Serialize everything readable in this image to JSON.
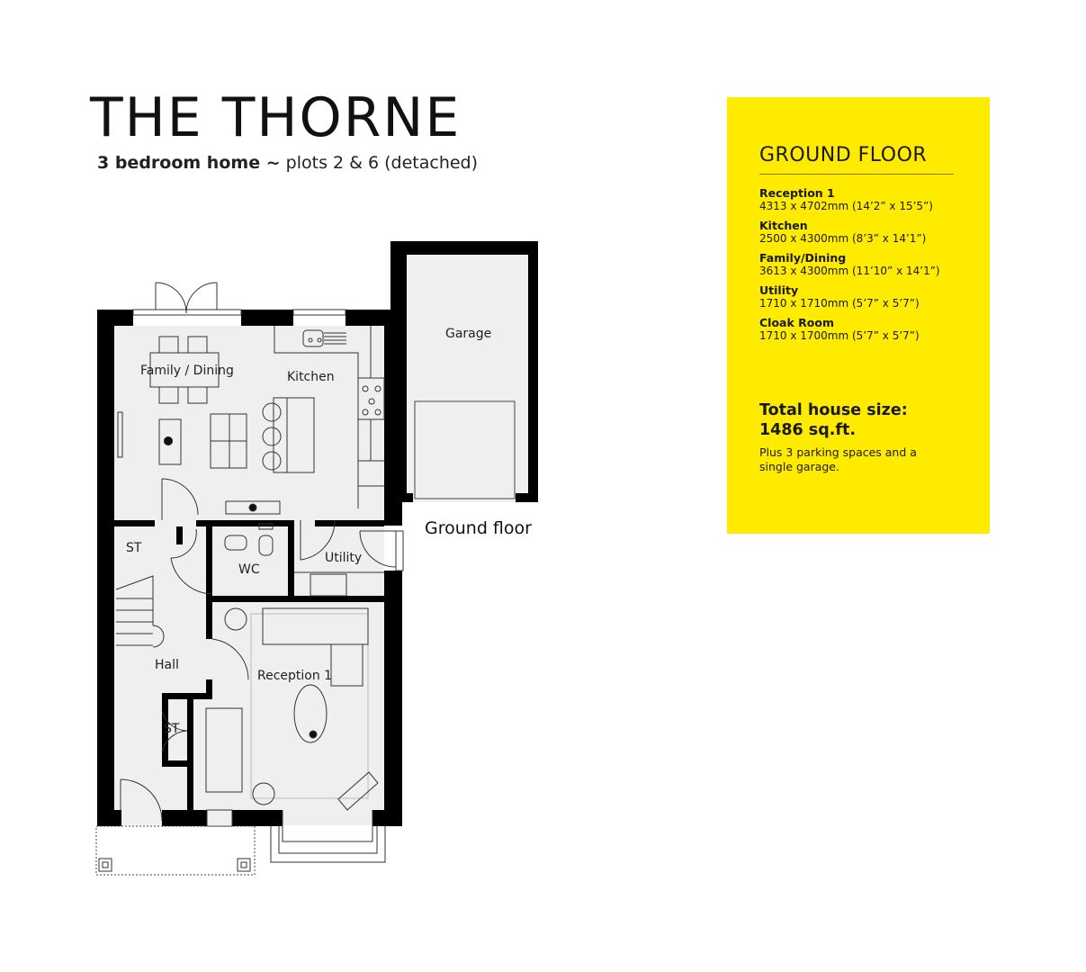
{
  "header": {
    "title": "THE THORNE",
    "subtitle_bold": "3 bedroom home ~",
    "subtitle_rest": " plots 2 & 6 (detached)"
  },
  "panel": {
    "heading": "GROUND FLOOR",
    "background_color": "#ffeb00",
    "rooms": [
      {
        "name": "Reception 1",
        "dims": "4313 x 4702mm (14’2” x 15’5”)"
      },
      {
        "name": "Kitchen",
        "dims": "2500 x 4300mm (8’3” x 14’1”)"
      },
      {
        "name": "Family/Dining",
        "dims": "3613 x 4300mm (11’10” x 14’1”)"
      },
      {
        "name": "Utility",
        "dims": "1710 x 1710mm (5’7” x 5’7”)"
      },
      {
        "name": "Cloak Room",
        "dims": "1710 x 1700mm (5’7” x 5’7”)"
      }
    ],
    "total_line1": "Total house size:",
    "total_line2": "1486 sq.ft.",
    "extra": "Plus 3 parking spaces and a single garage."
  },
  "plan": {
    "floor_label": "Ground floor",
    "room_labels": {
      "family_dining": "Family / Dining",
      "kitchen": "Kitchen",
      "garage": "Garage",
      "st_top": "ST",
      "wc": "WC",
      "utility": "Utility",
      "hall": "Hall",
      "reception": "Reception 1",
      "st_bottom": "ST"
    },
    "colors": {
      "wall": "#000000",
      "floor": "#efefef",
      "line": "#333333"
    }
  }
}
